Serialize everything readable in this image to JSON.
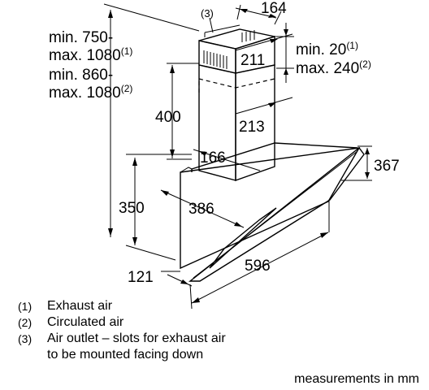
{
  "dims": {
    "chimney_width": "164",
    "chimney_depth": "211",
    "lower_depth": "213",
    "lower_inner": "166",
    "height_400": "400",
    "glass_height": "367",
    "hood_height": "350",
    "hood_depth": "386",
    "width": "596",
    "bottom_depth": "121"
  },
  "range_left": {
    "line1": "min. 750-",
    "line2": "max. 1080",
    "line2_sup": "(1)",
    "line3": "min. 860-",
    "line4": "max. 1080",
    "line4_sup": "(2)"
  },
  "range_right": {
    "line1": "min. 20",
    "line1_sup": "(1)",
    "line2": "max. 240",
    "line2_sup": "(2)"
  },
  "callout_3": "(3)",
  "legend": [
    {
      "mark": "(1)",
      "text": "Exhaust air"
    },
    {
      "mark": "(2)",
      "text": "Circulated air"
    },
    {
      "mark": "(3)",
      "text": "Air outlet – slots for exhaust air"
    },
    {
      "mark": "",
      "text": "to be mounted facing down"
    }
  ],
  "footer": "measurements in mm"
}
